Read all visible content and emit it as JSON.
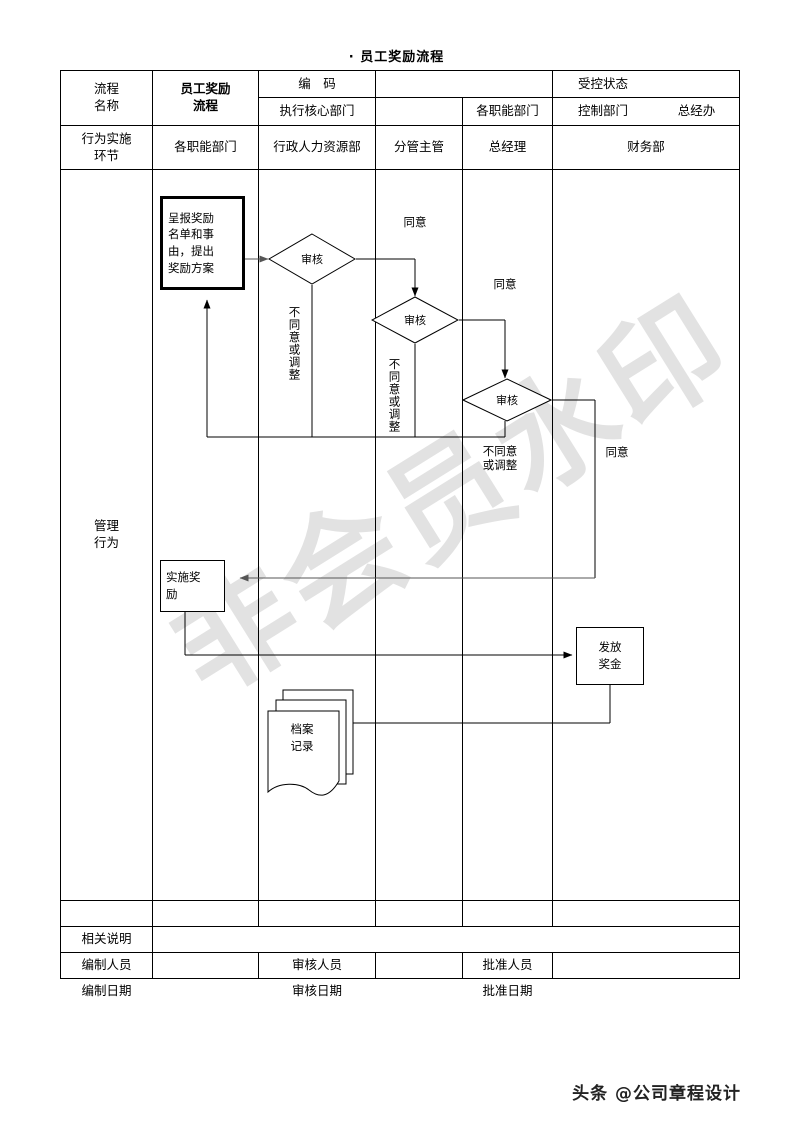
{
  "document": {
    "title": "· 员工奖励流程",
    "watermark": "非会员水印",
    "footer": "头条 @公司章程设计"
  },
  "header_table": {
    "row1": {
      "c1": "流程\n名称",
      "c2": "员工奖励\n流程",
      "c3": "编　码",
      "c4": "",
      "c5": "受控状态",
      "c6": ""
    },
    "row2": {
      "c3": "执行核心部门",
      "c4": "各职能部门",
      "c5": "控制部门",
      "c6": "总经办"
    },
    "row3": {
      "c1": "行为实施\n环节",
      "c2": "各职能部门",
      "c3": "行政人力资源部",
      "c4": "分管主管",
      "c5": "总经理",
      "c6": "财务部"
    }
  },
  "body_row": {
    "label": "管理\n行为"
  },
  "flow": {
    "nodes": [
      {
        "id": "submit",
        "type": "process",
        "label": "呈报奖励\n名单和事\n由，提出\n奖励方案"
      },
      {
        "id": "review1",
        "type": "decision",
        "label": "审核"
      },
      {
        "id": "review2",
        "type": "decision",
        "label": "审核"
      },
      {
        "id": "review3",
        "type": "decision",
        "label": "审核"
      },
      {
        "id": "implement",
        "type": "process",
        "label": "实施奖\n励"
      },
      {
        "id": "payout",
        "type": "process",
        "label": "发放\n奖金"
      },
      {
        "id": "archive",
        "type": "document",
        "label": "档案\n记录"
      }
    ],
    "edge_labels": {
      "agree1": "同意",
      "agree2": "同意",
      "agree3": "同意",
      "reject1": "不同意或调整",
      "reject2": "不同意或调整",
      "reject3": "不同意\n或调整"
    }
  },
  "footer_table": {
    "rows": [
      {
        "label": "相关说明",
        "value": ""
      },
      {
        "c1": "编制人员",
        "c2": "",
        "c3": "审核人员",
        "c4": "",
        "c5": "批准人员",
        "c6": ""
      },
      {
        "c1": "编制日期",
        "c2": "",
        "c3": "审核日期",
        "c4": "",
        "c5": "批准日期",
        "c6": ""
      }
    ]
  }
}
